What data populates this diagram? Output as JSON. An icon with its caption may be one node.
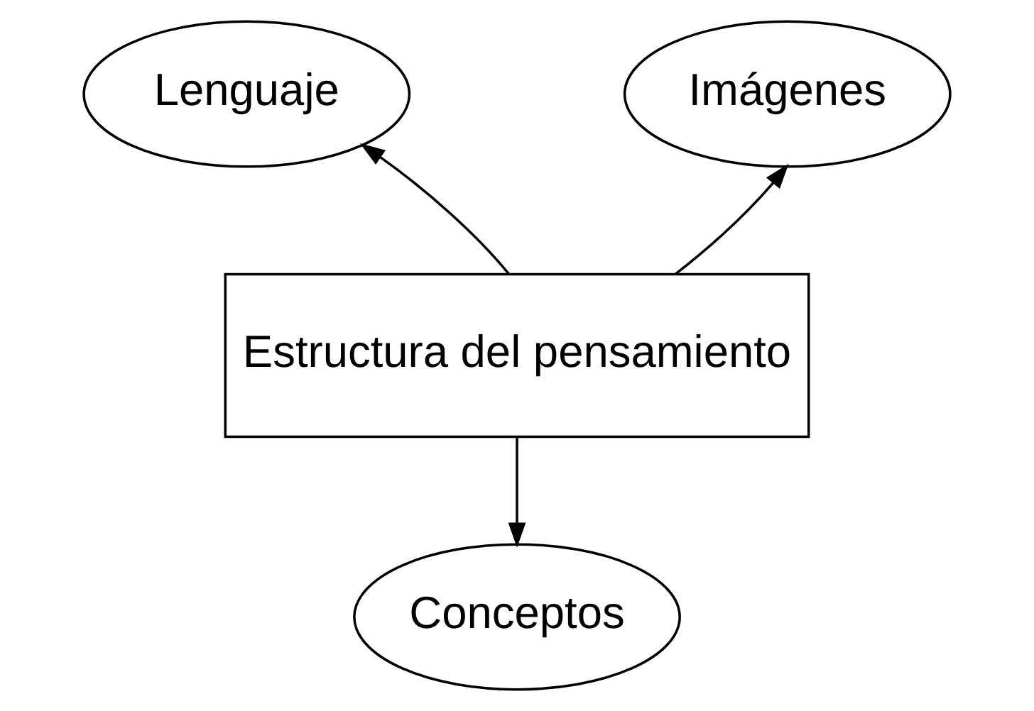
{
  "diagram": {
    "nodes": [
      {
        "text": [
          "Lenguaje"
        ]
      },
      {
        "text": [
          "Imágenes"
        ]
      },
      {
        "text": [
          "Estructura del pensamiento"
        ]
      },
      {
        "text": [
          "Conceptos"
        ]
      }
    ],
    "edges": [
      {
        "from": 2,
        "to": 0,
        "arrow": "to"
      },
      {
        "from": 2,
        "to": 1,
        "arrow": "to"
      },
      {
        "from": 2,
        "to": 3,
        "arrow": "to"
      }
    ]
  }
}
